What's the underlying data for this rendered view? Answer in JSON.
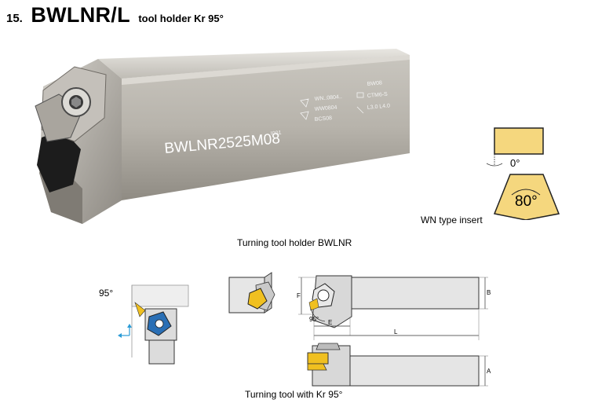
{
  "heading": {
    "number": "15.",
    "model": "BWLNR/L",
    "description": "tool holder Kr 95°"
  },
  "photo": {
    "shank_marking": "BWLNR2525M08",
    "code": "I001",
    "markings_left": [
      "WN..0804..",
      "WW0804",
      "BCS08"
    ],
    "markings_right": [
      "BW08",
      "CTM6-S",
      "L3.0 L4.0"
    ],
    "caption": "Turning tool holder BWLNR"
  },
  "insert": {
    "clearance_angle": "0°",
    "corner_angle": "80°",
    "caption": "WN type insert",
    "colors": {
      "insert_fill": "#f5d77e",
      "insert_stroke": "#222222"
    }
  },
  "drawing": {
    "approach_angle": "95°",
    "approach_angle_small": "95°",
    "dimension_labels": {
      "F": "F",
      "B": "B",
      "E": "E",
      "L": "L",
      "A": "A"
    },
    "caption": "Turning tool with Kr 95°"
  }
}
